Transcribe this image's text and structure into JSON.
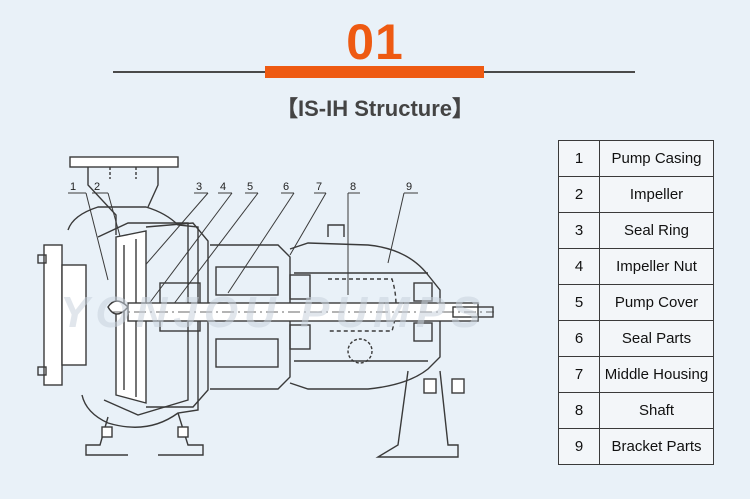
{
  "header": {
    "number": "01",
    "subtitle": "【IS-IH Structure】"
  },
  "diagram": {
    "callouts": [
      "1",
      "2",
      "3",
      "4",
      "5",
      "6",
      "7",
      "8",
      "9"
    ],
    "watermark": "YONJOU PUMPS"
  },
  "parts": [
    {
      "num": "1",
      "name": "Pump Casing"
    },
    {
      "num": "2",
      "name": "Impeller"
    },
    {
      "num": "3",
      "name": "Seal Ring"
    },
    {
      "num": "4",
      "name": "Impeller Nut"
    },
    {
      "num": "5",
      "name": "Pump Cover"
    },
    {
      "num": "6",
      "name": "Seal Parts"
    },
    {
      "num": "7",
      "name": "Middle Housing"
    },
    {
      "num": "8",
      "name": "Shaft"
    },
    {
      "num": "9",
      "name": "Bracket Parts"
    }
  ],
  "colors": {
    "accent": "#ee5a12",
    "background": "#e9f1f8",
    "line": "#3a3a3a"
  }
}
